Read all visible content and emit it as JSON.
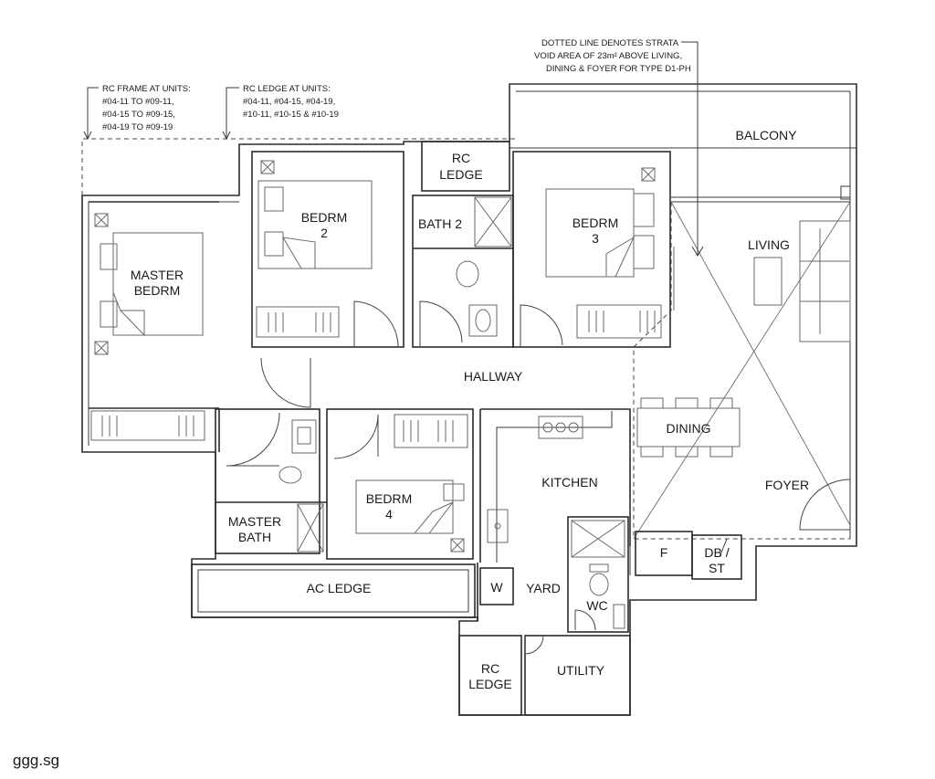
{
  "notes": {
    "strata": [
      "DOTTED LINE DENOTES STRATA",
      "VOID AREA OF 23m² ABOVE LIVING,",
      "DINING & FOYER FOR TYPE D1-PH"
    ],
    "rc_frame": [
      "RC FRAME AT UNITS:",
      "#04-11 TO #09-11,",
      "#04-15 TO #09-15,",
      "#04-19 TO #09-19"
    ],
    "rc_ledge_units": [
      "RC LEDGE AT UNITS:",
      "#04-11, #04-15, #04-19,",
      "#10-11, #10-15 & #10-19"
    ]
  },
  "rooms": {
    "balcony": "BALCONY",
    "rc_ledge_top": [
      "RC",
      "LEDGE"
    ],
    "bedrm2": [
      "BEDRM",
      "2"
    ],
    "bath2": "BATH 2",
    "bedrm3": [
      "BEDRM",
      "3"
    ],
    "living": "LIVING",
    "master_bedrm": [
      "MASTER",
      "BEDRM"
    ],
    "hallway": "HALLWAY",
    "dining": "DINING",
    "kitchen": "KITCHEN",
    "foyer": "FOYER",
    "bedrm4": [
      "BEDRM",
      "4"
    ],
    "master_bath": [
      "MASTER",
      "BATH"
    ],
    "ac_ledge": "AC LEDGE",
    "w": "W",
    "yard": "YARD",
    "wc": "WC",
    "f": "F",
    "db_st": [
      "DB /",
      "ST"
    ],
    "rc_ledge_bottom": [
      "RC",
      "LEDGE"
    ],
    "utility": "UTILITY"
  },
  "watermark": "ggg.sg"
}
